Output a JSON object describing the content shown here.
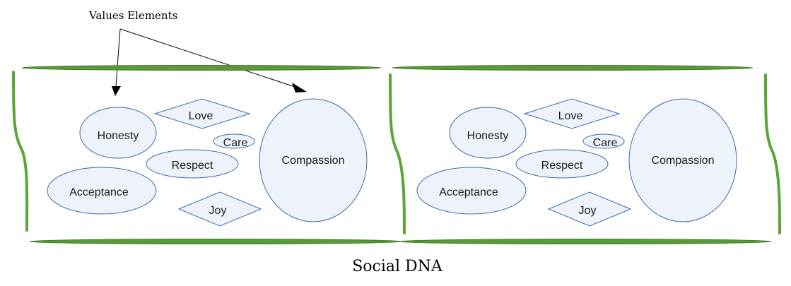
{
  "annotation": {
    "label": "Values Elements"
  },
  "caption": "Social DNA",
  "values": {
    "love": "Love",
    "honesty": "Honesty",
    "care": "Care",
    "respect": "Respect",
    "compassion": "Compassion",
    "acceptance": "Acceptance",
    "joy": "Joy"
  },
  "colors": {
    "strand_green": "#5a9a3a",
    "shape_fill": "#eef3fb",
    "shape_stroke": "#3d6aa8"
  }
}
